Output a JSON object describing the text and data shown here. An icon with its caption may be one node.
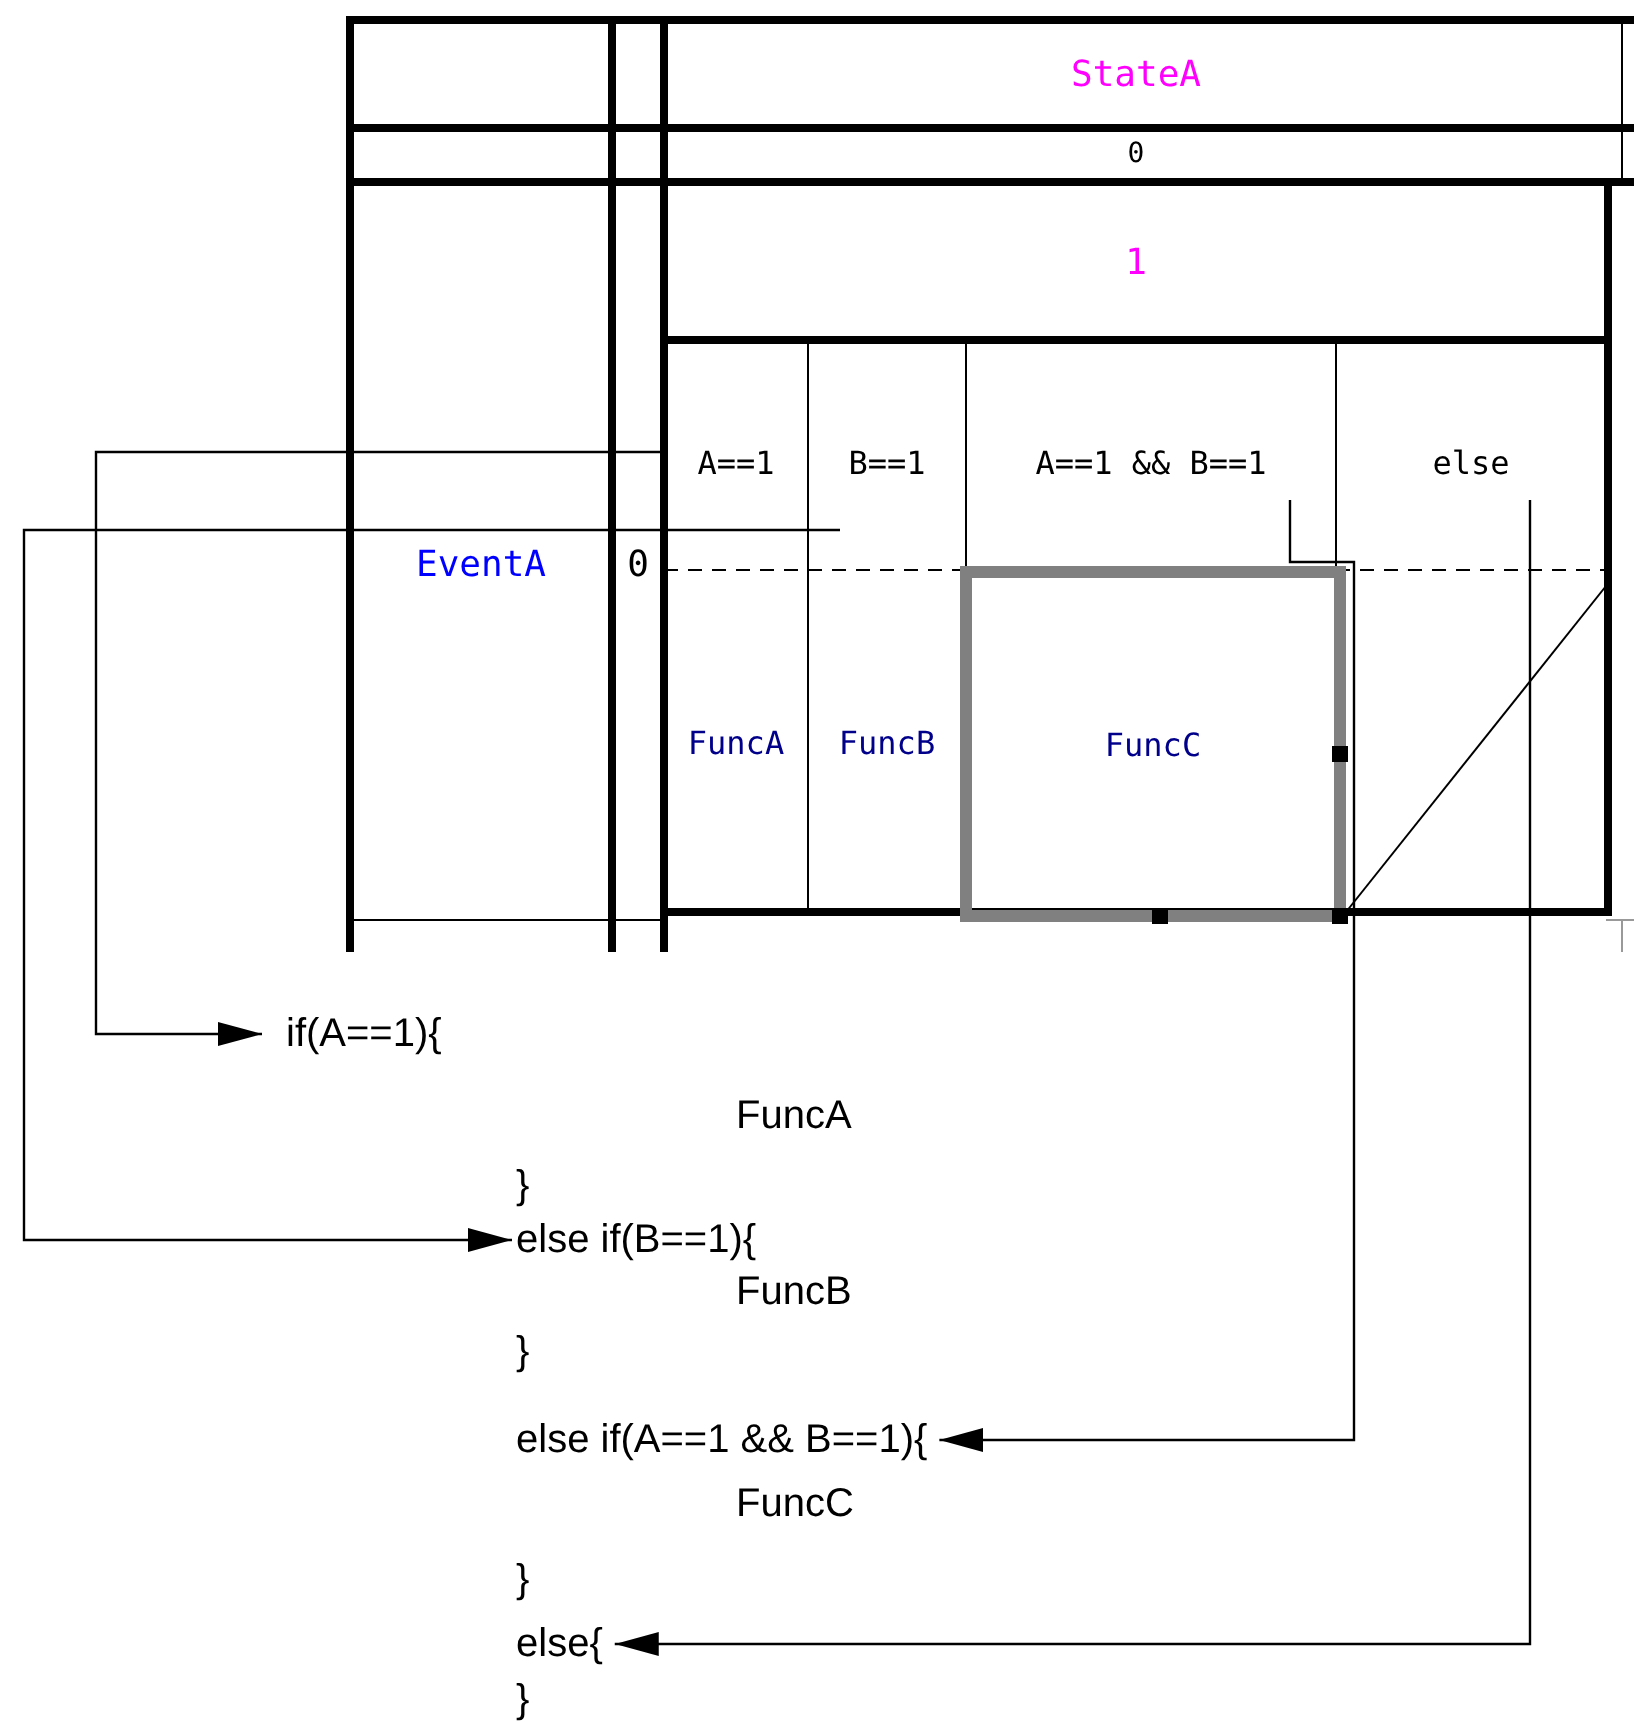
{
  "diagram": {
    "nodes": [
      {
        "text": [
          "StateA"
        ]
      },
      {
        "text": [
          "0"
        ]
      },
      {
        "text": [
          "1"
        ]
      },
      {
        "text": [
          "A==1"
        ]
      },
      {
        "text": [
          "B==1"
        ]
      },
      {
        "text": [
          "A==1 && B==1"
        ]
      },
      {
        "text": [
          "else"
        ]
      },
      {
        "text": [
          "EventA"
        ]
      },
      {
        "text": [
          "0"
        ]
      },
      {
        "text": [
          "FuncA"
        ]
      },
      {
        "text": [
          "FuncB"
        ]
      },
      {
        "text": [
          "FuncC"
        ]
      },
      {
        "text": [
          "if(A==1){"
        ]
      },
      {
        "text": [
          "else if(B==1){"
        ]
      },
      {
        "text": [
          "else if(A==1 && B==1){"
        ]
      },
      {
        "text": [
          "else{"
        ]
      }
    ],
    "edges": [
      {
        "from": 3,
        "to": 12,
        "arrow": "to"
      },
      {
        "from": 4,
        "to": 13,
        "arrow": "to"
      },
      {
        "from": 5,
        "to": 14,
        "arrow": "to"
      },
      {
        "from": 6,
        "to": 15,
        "arrow": "to"
      }
    ],
    "labels": [
      "FuncA",
      "}",
      "FuncB",
      "}",
      "FuncC",
      "}",
      "}"
    ]
  }
}
